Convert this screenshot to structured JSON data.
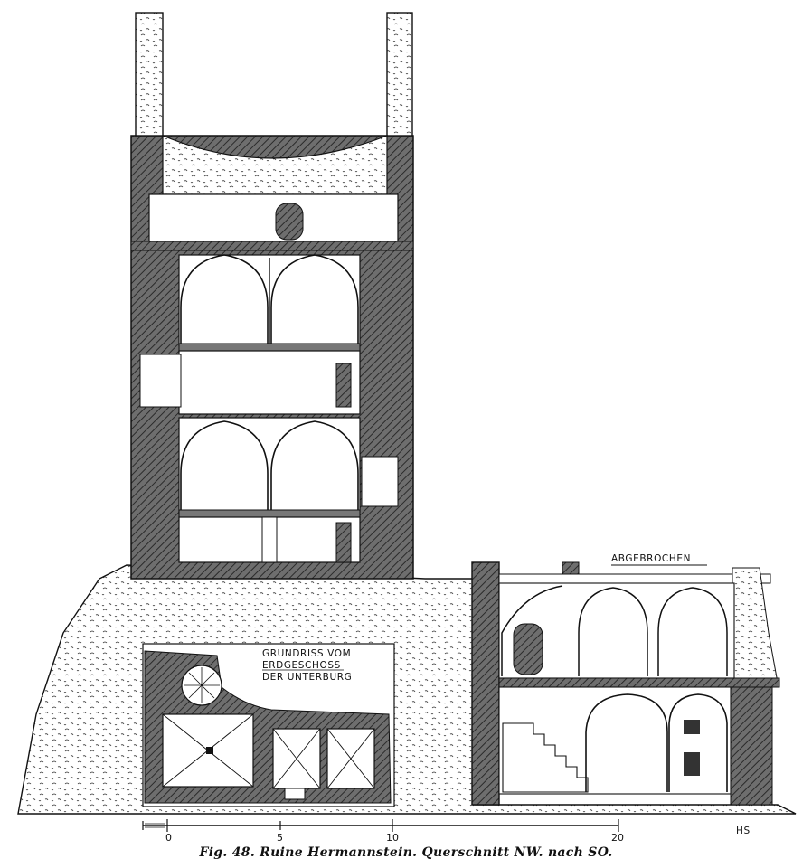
{
  "labels": {
    "abgebrochen": "ABGEBROCHEN",
    "grundriss_line1": "GRUNDRISS VOM",
    "grundriss_line2": "ERDGESCHOSS",
    "grundriss_line3": "DER UNTERBURG"
  },
  "scale_bar": {
    "ticks": [
      "0",
      "5",
      "10",
      "20"
    ]
  },
  "signature": "HS",
  "caption": "Fig. 48.  Ruine Hermannstein.  Querschnitt NW. nach SO."
}
